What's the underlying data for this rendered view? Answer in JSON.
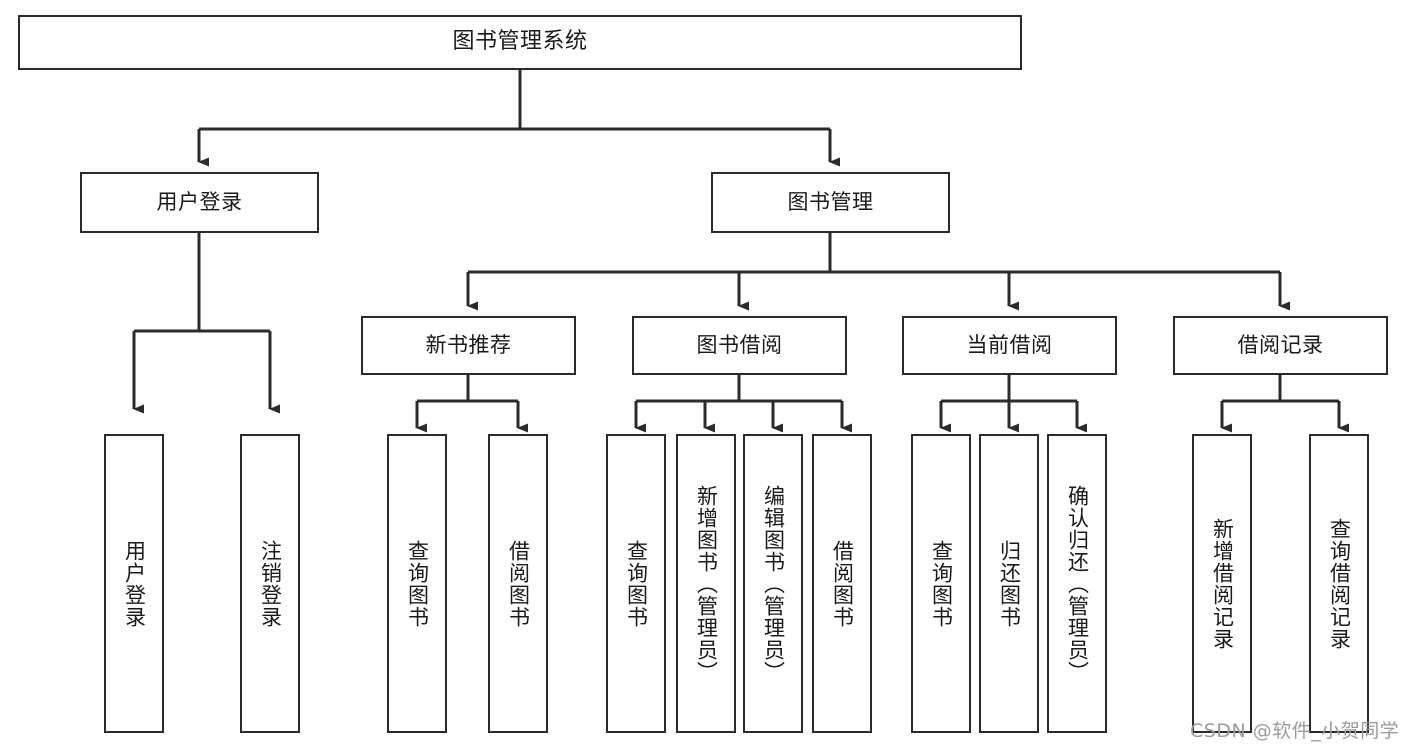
{
  "diagram": {
    "title": "图书管理系统",
    "type": "tree-hierarchy-chart",
    "watermark": "CSDN @软件_小贺同学",
    "colors": {
      "node_border": "#2b2b2b",
      "node_fill": "#ffffff",
      "edge": "#2b2b2b",
      "text": "#1a1a1a",
      "watermark": "#9b9b9b",
      "background": "#ffffff"
    },
    "root": {
      "label": "图书管理系统"
    },
    "level2": [
      {
        "id": "user-login",
        "label": "用户登录"
      },
      {
        "id": "book-management",
        "label": "图书管理"
      }
    ],
    "level3": [
      {
        "id": "new-book-recommend",
        "label": "新书推荐",
        "parent": "book-management"
      },
      {
        "id": "book-borrow",
        "label": "图书借阅",
        "parent": "book-management"
      },
      {
        "id": "current-borrow",
        "label": "当前借阅",
        "parent": "book-management"
      },
      {
        "id": "borrow-record",
        "label": "借阅记录",
        "parent": "book-management"
      }
    ],
    "leaves": [
      {
        "id": "leaf-user-login",
        "label": "用户登录",
        "parent": "user-login"
      },
      {
        "id": "leaf-logout-login",
        "label": "注销登录",
        "parent": "user-login"
      },
      {
        "id": "leaf-query-book-1",
        "label": "查询图书",
        "parent": "new-book-recommend"
      },
      {
        "id": "leaf-borrow-book-1",
        "label": "借阅图书",
        "parent": "new-book-recommend"
      },
      {
        "id": "leaf-query-book-2",
        "label": "查询图书",
        "parent": "book-borrow"
      },
      {
        "id": "leaf-add-book",
        "label": "新增图书（管理员）",
        "parent": "book-borrow"
      },
      {
        "id": "leaf-edit-book",
        "label": "编辑图书（管理员）",
        "parent": "book-borrow"
      },
      {
        "id": "leaf-borrow-book-2",
        "label": "借阅图书",
        "parent": "book-borrow"
      },
      {
        "id": "leaf-query-book-3",
        "label": "查询图书",
        "parent": "current-borrow"
      },
      {
        "id": "leaf-return-book",
        "label": "归还图书",
        "parent": "current-borrow"
      },
      {
        "id": "leaf-confirm-return",
        "label": "确认归还（管理员）",
        "parent": "current-borrow"
      },
      {
        "id": "leaf-add-borrow-record",
        "label": "新增借阅记录",
        "parent": "borrow-record"
      },
      {
        "id": "leaf-query-borrow-record",
        "label": "查询借阅记录",
        "parent": "borrow-record"
      }
    ]
  }
}
